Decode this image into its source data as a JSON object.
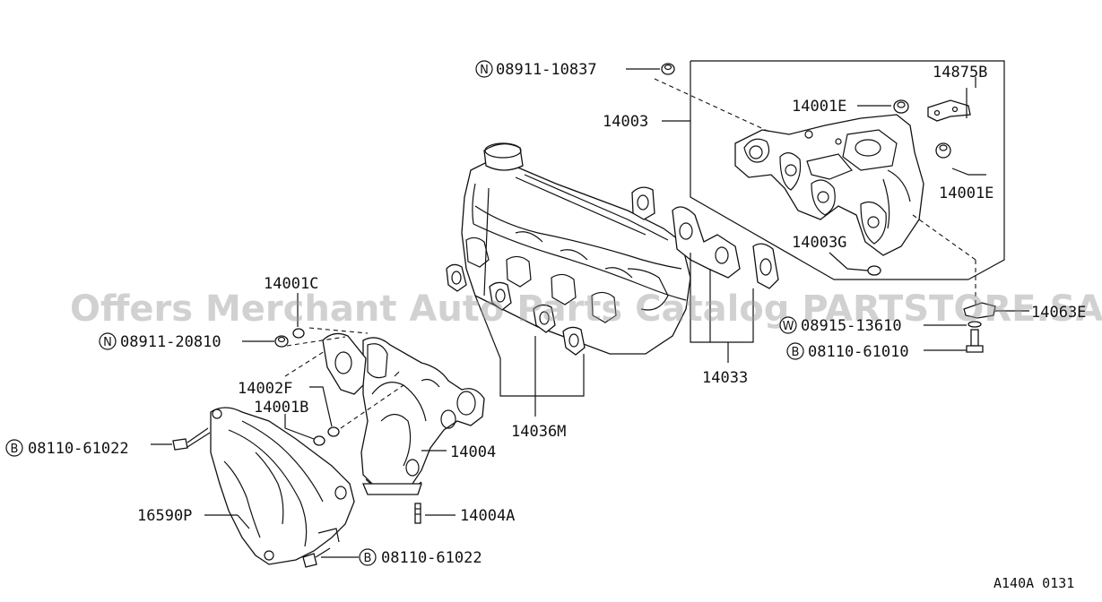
{
  "watermark": "Offers Merchant Auto Parts Catalog PARTSTORE.SA",
  "figure_code": "A140A 0131",
  "callouts": {
    "n_nut_top": {
      "prefix": "N",
      "number": "08911-10837"
    },
    "p14875b": {
      "number": "14875B"
    },
    "p14001e_top": {
      "number": "14001E"
    },
    "p14003": {
      "number": "14003"
    },
    "p14001e_right": {
      "number": "14001E"
    },
    "p14003g": {
      "number": "14003G"
    },
    "p14063e": {
      "number": "14063E"
    },
    "w_washer": {
      "prefix": "W",
      "number": "08915-13610"
    },
    "b_bolt_right": {
      "prefix": "B",
      "number": "08110-61010"
    },
    "p14033": {
      "number": "14033"
    },
    "p14036m": {
      "number": "14036M"
    },
    "p14001c": {
      "number": "14001C"
    },
    "n_nut_left": {
      "prefix": "N",
      "number": "08911-20810"
    },
    "p14002f": {
      "number": "14002F"
    },
    "p14001b": {
      "number": "14001B"
    },
    "b_bolt_left": {
      "prefix": "B",
      "number": "08110-61022"
    },
    "p14004": {
      "number": "14004"
    },
    "p16590p": {
      "number": "16590P"
    },
    "p14004a": {
      "number": "14004A"
    },
    "b_bolt_bottom": {
      "prefix": "B",
      "number": "08110-61022"
    }
  }
}
